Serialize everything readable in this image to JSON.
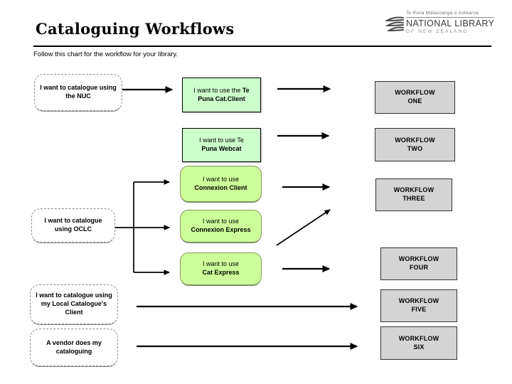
{
  "slide": {
    "title": "Cataloguing Workflows",
    "subtitle": "Follow this chart for the workflow for your library."
  },
  "logo": {
    "tagline": "Te Puna Mātauranga o Aotearoa",
    "name": "NATIONAL LIBRARY",
    "subname": "OF NEW ZEALAND",
    "icon": "fern-icon"
  },
  "colors": {
    "pale_green_box": "#ccffcc",
    "bright_green_box": "#ccff99",
    "gray_box": "#d4d4d4",
    "arrow": "#000000"
  },
  "sources": [
    {
      "label": "I want to catalogue using the NUC"
    },
    {
      "label": "I want to catalogue using OCLC"
    },
    {
      "label": "I want to catalogue using my Local Catalogue's Client"
    },
    {
      "label": "A vendor does my cataloguing"
    }
  ],
  "tools": {
    "cat_client": {
      "pre": "I want to use the ",
      "bold_inline": "Te",
      "line2": "Puna Cat.Client"
    },
    "webcat": {
      "pre": "I want to use Te",
      "line2": "Puna Webcat"
    },
    "connexion_client": {
      "pre": "I want to use",
      "line2": "Connexion Client"
    },
    "connexion_express": {
      "pre": "I want to use",
      "line2": "Connexion Express"
    },
    "cat_express": {
      "pre": "I want to use",
      "line2": "Cat Express"
    }
  },
  "workflows": [
    {
      "line1": "WORKFLOW",
      "line2": "ONE"
    },
    {
      "line1": "WORKFLOW",
      "line2": "TWO"
    },
    {
      "line1": "WORKFLOW",
      "line2": "THREE"
    },
    {
      "line1": "WORKFLOW",
      "line2": "FOUR"
    },
    {
      "line1": "WORKFLOW",
      "line2": "FIVE"
    },
    {
      "line1": "WORKFLOW",
      "line2": "SIX"
    }
  ]
}
